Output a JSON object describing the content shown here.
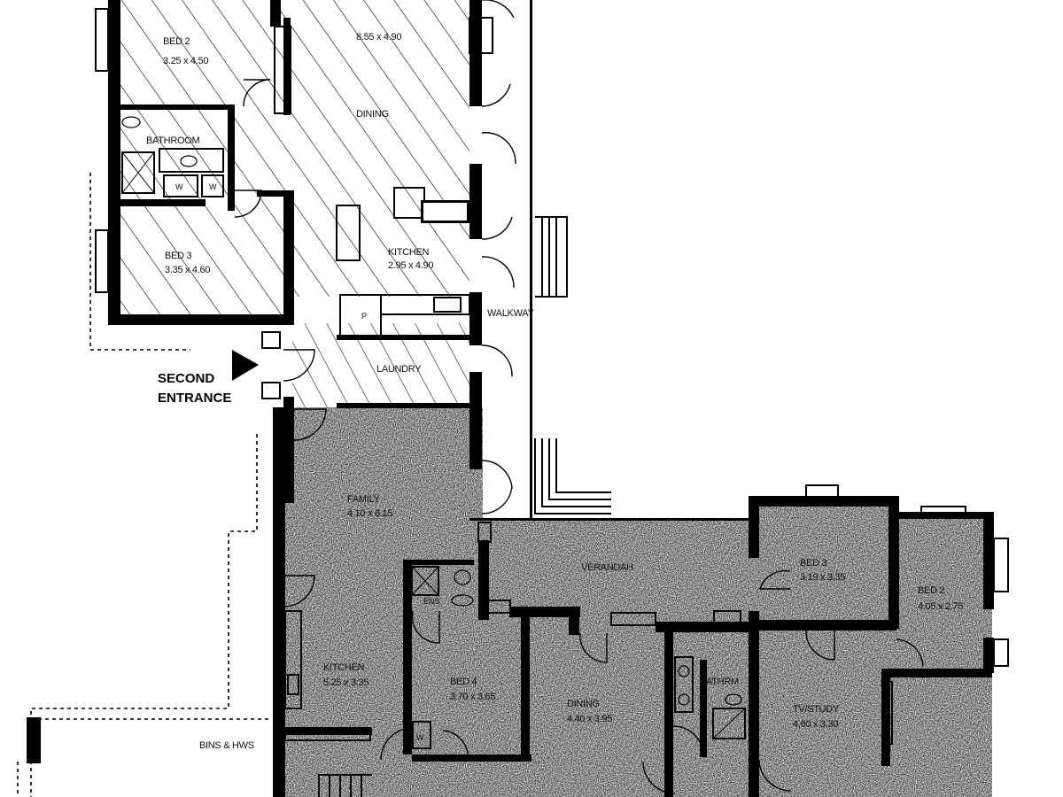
{
  "rooms_upper": {
    "bed2": {
      "name": "BED 2",
      "dims": "3.25 x 4.50"
    },
    "living_dims": "8.55 x 4.90",
    "dining": "DINING",
    "bathroom": "BATHROOM",
    "bed3": {
      "name": "BED 3",
      "dims": "3.35 x 4.60"
    },
    "kitchen": {
      "name": "KITCHEN",
      "dims": "2.95 x 4.90"
    },
    "walkway": "WALKWAY",
    "laundry": "LAUNDRY",
    "pantry_mark": "P",
    "w_mark_1": "W",
    "w_mark_2": "W"
  },
  "second_entrance": {
    "line1": "SECOND",
    "line2": "ENTRANCE"
  },
  "rooms_lower": {
    "family": {
      "name": "FAMILY",
      "dims": "4.10 x 6.15"
    },
    "verandah": "VERANDAH",
    "bed3": {
      "name": "BED 3",
      "dims": "3.19 x 3.35"
    },
    "bed2": {
      "name": "BED 2",
      "dims": "4.05 x 2.75"
    },
    "ens": "ENS",
    "kitchen": {
      "name": "KITCHEN",
      "dims": "5.25 x 3.35"
    },
    "bed4": {
      "name": "BED 4",
      "dims": "3.70 x 3.65"
    },
    "dining": {
      "name": "DINING",
      "dims": "4.40 x 3.95"
    },
    "bathrm": "BATHRM",
    "tv_study": {
      "name": "TV/STUDY",
      "dims": "4.60 x 3.30"
    },
    "bins_hws": "BINS & HWS",
    "w_mark": "W"
  },
  "colors": {
    "shaded_floor": "#c4c4c4",
    "hatch": "#000000",
    "walls": "#000000",
    "background": "#ffffff"
  }
}
